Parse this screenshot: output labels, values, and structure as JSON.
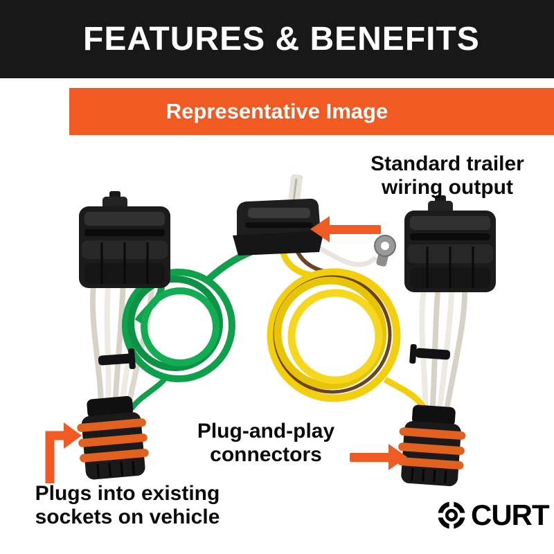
{
  "banner": {
    "title": "FEATURES & BENEFITS"
  },
  "representative": {
    "label": "Representative Image"
  },
  "annotations": {
    "standard_output": {
      "line1": "Standard trailer",
      "line2": "wiring output"
    },
    "plug_and_play": {
      "line1": "Plug-and-play",
      "line2": "connectors"
    },
    "vehicle_sockets": {
      "line1": "Plugs into existing",
      "line2": "sockets on vehicle"
    }
  },
  "logo": {
    "brand": "CURT",
    "icon": "curt-emblem"
  },
  "colors": {
    "accent_orange": "#F15A22",
    "banner_black": "#181818",
    "wire_green": "#0FA04C",
    "wire_yellow": "#F2CE0C",
    "wire_white": "#E9E5DC",
    "wire_brown": "#6D4423",
    "connector_black": "#1B1B1B",
    "oring_orange": "#E2611F"
  }
}
